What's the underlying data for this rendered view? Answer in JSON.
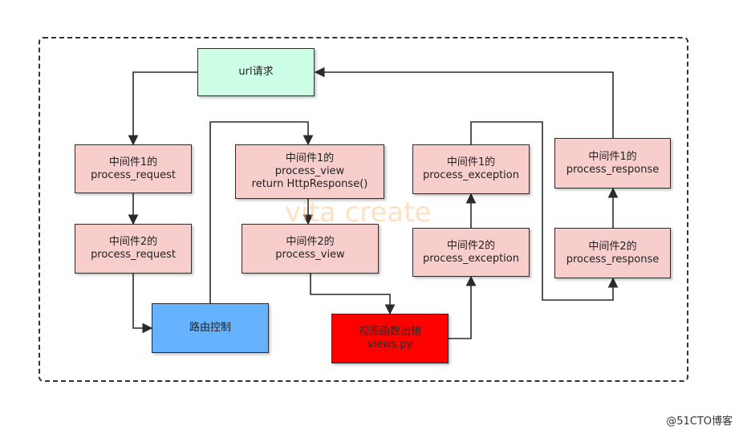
{
  "nodes": {
    "url_request": {
      "lines": [
        "url请求"
      ]
    },
    "mw1_process_request": {
      "lines": [
        "中间件1的",
        "process_request"
      ]
    },
    "mw2_process_request": {
      "lines": [
        "中间件2的",
        "process_request"
      ]
    },
    "routing": {
      "lines": [
        "路由控制"
      ]
    },
    "mw1_process_view": {
      "lines": [
        "中间件1的",
        "process_view",
        "return HttpResponse()"
      ]
    },
    "mw2_process_view": {
      "lines": [
        "中间件2的",
        "process_view"
      ]
    },
    "view_function": {
      "lines": [
        "视图函数出错",
        "views.py"
      ]
    },
    "mw2_process_exception": {
      "lines": [
        "中间件2的",
        "process_exception"
      ]
    },
    "mw1_process_exception": {
      "lines": [
        "中间件1的",
        "process_exception"
      ]
    },
    "mw2_process_response": {
      "lines": [
        "中间件2的",
        "process_response"
      ]
    },
    "mw1_process_response": {
      "lines": [
        "中间件1的",
        "process_response"
      ]
    }
  },
  "watermark": "vita create",
  "credit": "@51CTO博客",
  "colors": {
    "pink": "#f8cecc",
    "green": "#ccffe6",
    "blue": "#66b2ff",
    "red": "#ff0000",
    "stroke": "#2b2b2b"
  }
}
